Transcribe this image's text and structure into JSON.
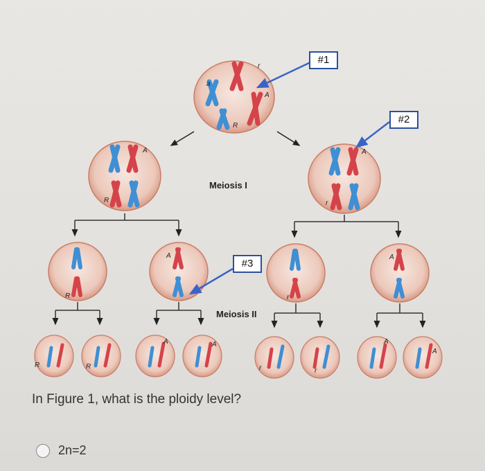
{
  "labels": {
    "one": "#1",
    "two": "#2",
    "three": "#3",
    "meiosis1": "Meiosis I",
    "meiosis2": "Meiosis II"
  },
  "allele_letters": {
    "big_A": "A",
    "big_R": "R",
    "small_a": "a",
    "small_r": "r"
  },
  "question": "In Figure 1, what is the ploidy level?",
  "options": [
    {
      "label": "2n=2"
    }
  ],
  "colors": {
    "cell_fill": "#f1d9cf",
    "cell_edge": "#c97d68",
    "chromosome_red": "#d5434a",
    "chromosome_blue": "#3f8fd4",
    "label_border": "#2b4fa0",
    "pointer": "#3a63c8"
  }
}
